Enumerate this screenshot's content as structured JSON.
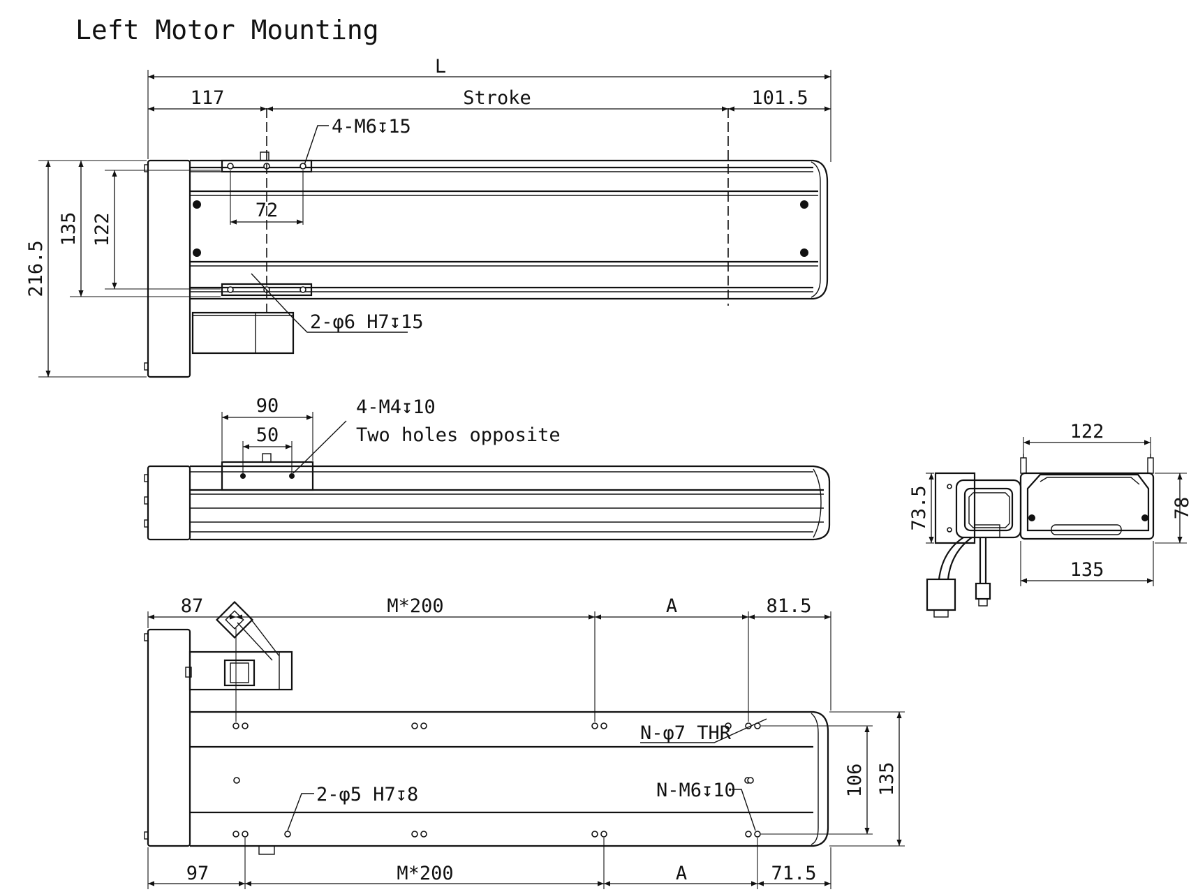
{
  "title": "Left Motor Mounting",
  "top_view": {
    "dim_total": "L",
    "dim_left": "117",
    "dim_stroke": "Stroke",
    "dim_right": "101.5",
    "note_tapped": "4-M6↧15",
    "dim_hole_spacing": "72",
    "dim_height_total": "216.5",
    "dim_height_outer": "135",
    "dim_height_inner": "122",
    "note_pin": "2-φ6 H7↧15"
  },
  "side_view": {
    "dim_outer": "90",
    "dim_inner": "50",
    "note_tapped": "4-M4↧10",
    "note_position": "Two holes opposite"
  },
  "end_view": {
    "dim_top": "122",
    "dim_bottom": "135",
    "dim_left": "73.5",
    "dim_right": "78"
  },
  "bottom_view": {
    "top_left": "87",
    "top_pitch": "M*200",
    "top_a": "A",
    "top_right": "81.5",
    "bottom_left": "97",
    "bottom_pitch": "M*200",
    "bottom_a": "A",
    "bottom_right": "71.5",
    "note_thru": "N-φ7 THR",
    "note_tapped": "N-M6↧10",
    "note_pin": "2-φ5 H7↧8",
    "dim_inner_height": "106",
    "dim_outer_height": "135"
  }
}
